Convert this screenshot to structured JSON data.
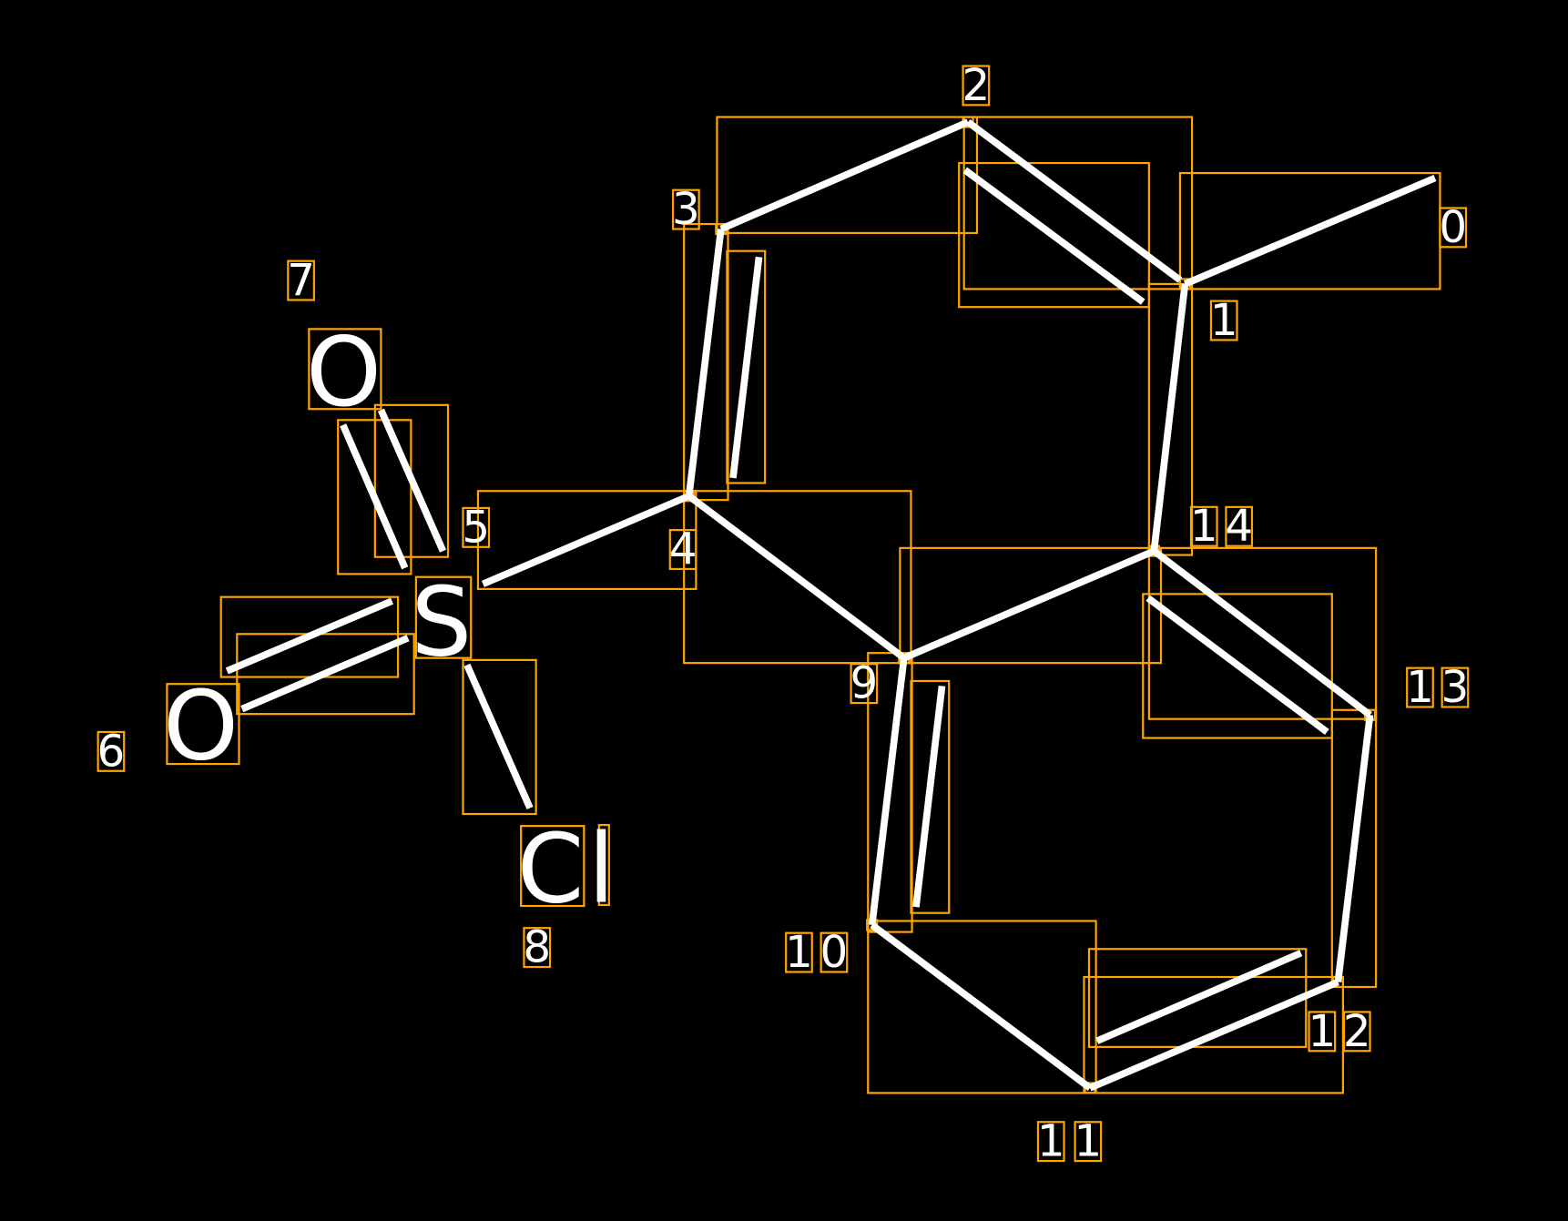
{
  "molecule": {
    "atoms": {
      "o6": "O",
      "o7": "O",
      "s5": "S",
      "cl8": "Cl"
    },
    "indices": [
      "0",
      "1",
      "2",
      "3",
      "4",
      "5",
      "6",
      "7",
      "8",
      "9",
      "10",
      "11",
      "12",
      "13",
      "14"
    ]
  },
  "colors": {
    "background": "#000000",
    "bond": "#FFFFFF",
    "bbox": "#FFA500"
  }
}
